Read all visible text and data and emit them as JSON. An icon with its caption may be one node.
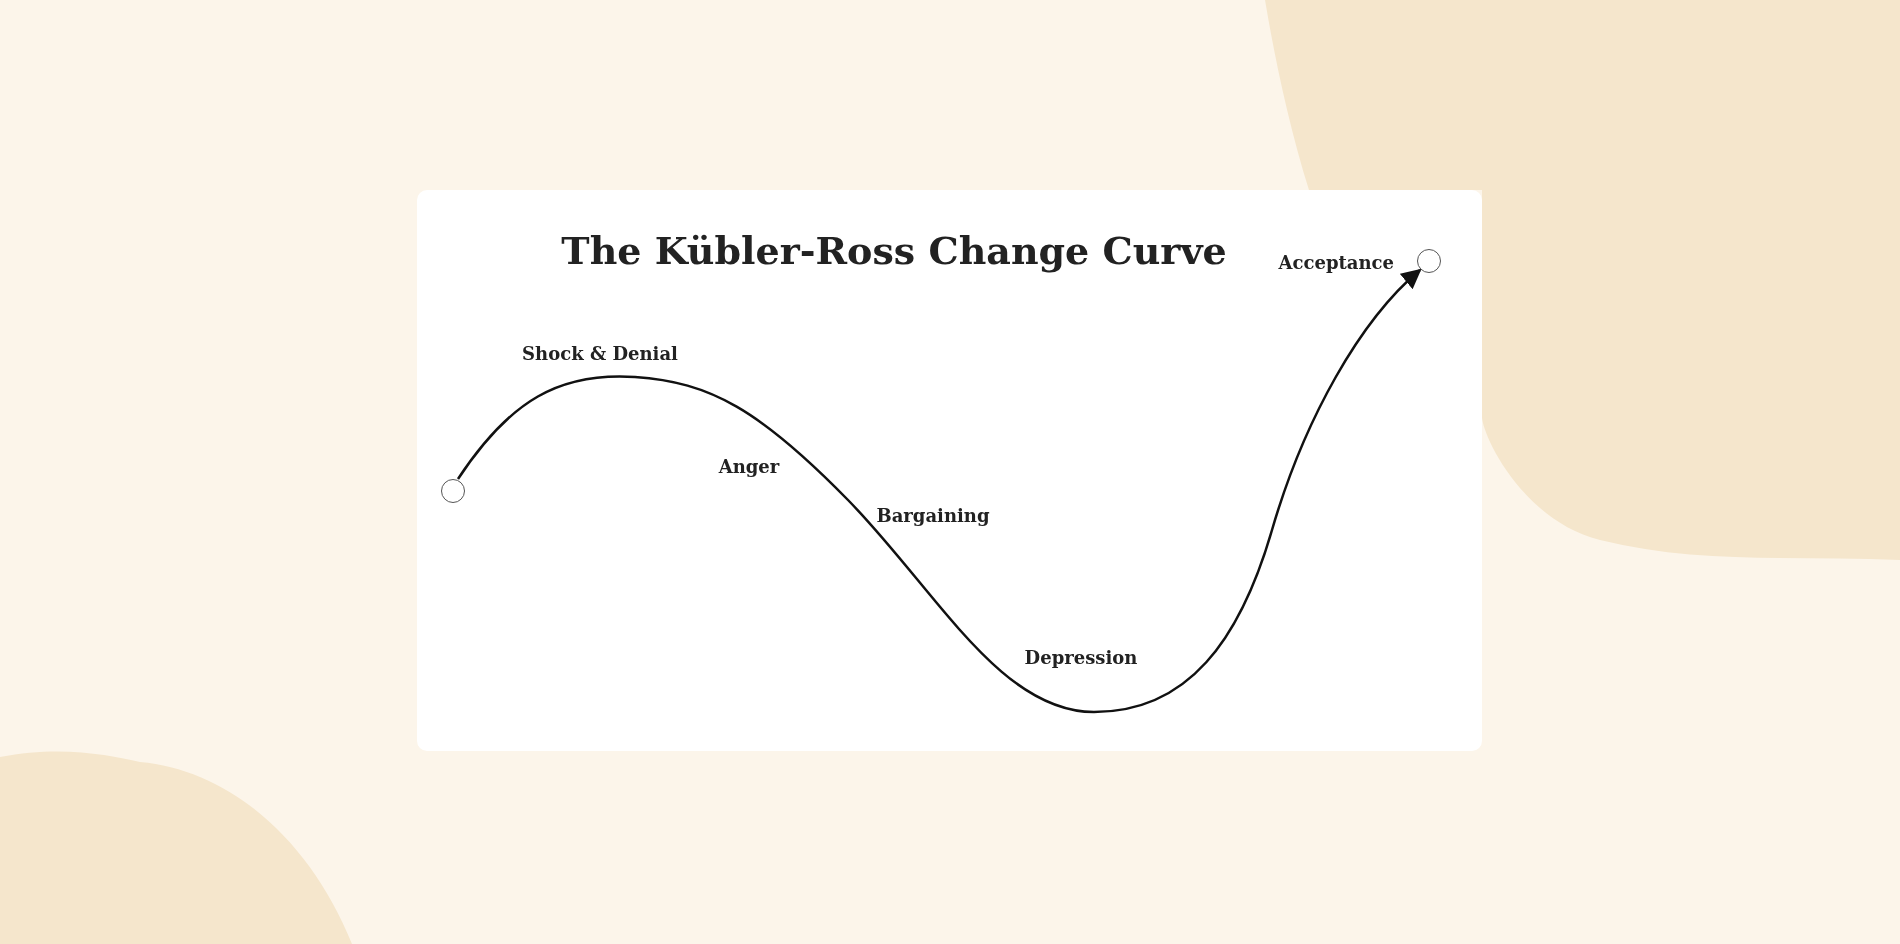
{
  "diagram": {
    "title": "The Kübler-Ross Change Curve",
    "nodes": [
      {
        "text": [],
        "shape": "circle"
      },
      {
        "text": [],
        "shape": "circle",
        "beside": [
          "Acceptance"
        ]
      }
    ],
    "edges": [
      {
        "from": 0,
        "to": 1,
        "arrow": "to"
      }
    ],
    "labels": [
      "Shock & Denial",
      "Anger",
      "Bargaining",
      "Depression"
    ]
  }
}
